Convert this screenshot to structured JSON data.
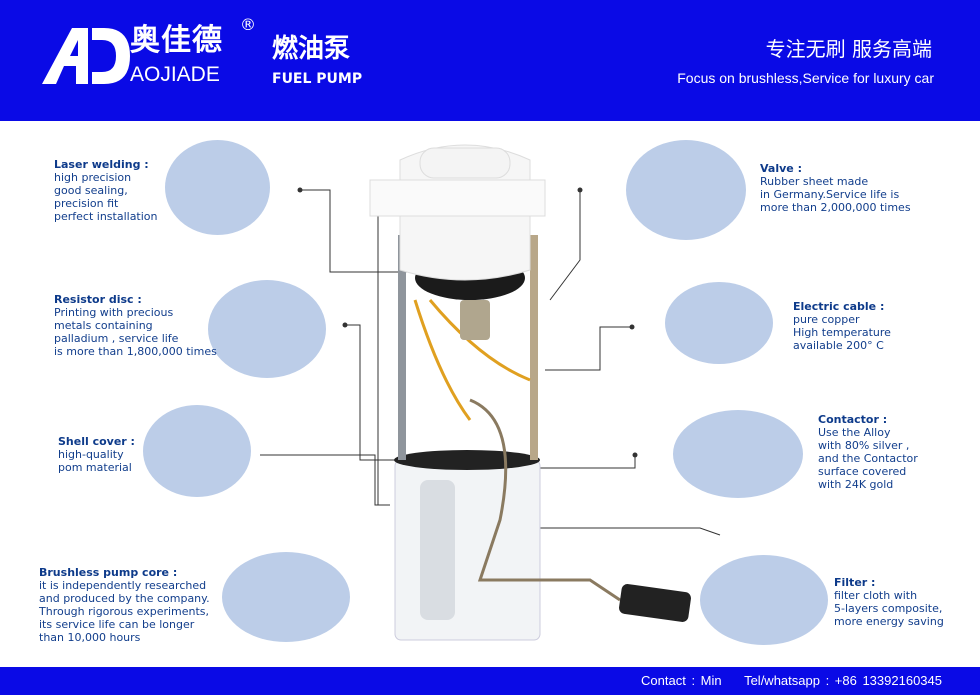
{
  "header": {
    "brand_cn": "奥佳德",
    "brand_en": "AOJIADE",
    "registered": "®",
    "product_cn": "燃油泵",
    "product_en": "FUEL PUMP",
    "slogan_cn": "专注无刷 服务高端",
    "slogan_en": "Focus on brushless,Service for luxury car"
  },
  "features": [
    {
      "title": "Laser welding :",
      "lines": [
        "high precision",
        "good sealing,",
        "precision fit",
        "perfect installation"
      ]
    },
    {
      "title": "Resistor disc :",
      "lines": [
        "Printing with precious",
        "metals containing",
        "palladium , service life",
        "is more than 1,800,000 times"
      ]
    },
    {
      "title": "Shell cover :",
      "lines": [
        "high-quality",
        "pom material"
      ]
    },
    {
      "title": "Brushless pump core :",
      "lines": [
        "it is independently researched",
        "and produced by the company.",
        "Through rigorous experiments,",
        "its service life can be longer",
        "than 10,000 hours"
      ]
    },
    {
      "title": "Valve :",
      "lines": [
        "Rubber sheet made",
        "in Germany.Service life is",
        "more than 2,000,000 times"
      ]
    },
    {
      "title": "Electric cable :",
      "lines": [
        "pure copper",
        "High temperature",
        "available 200° C"
      ]
    },
    {
      "title": "Contactor :",
      "lines": [
        "Use the Alloy",
        "with 80% silver ,",
        "and the Contactor",
        "surface covered",
        "with 24K gold"
      ]
    },
    {
      "title": "Filter :",
      "lines": [
        "filter cloth with",
        "5-layers composite,",
        "more energy saving"
      ]
    }
  ],
  "footer": {
    "contact": "Contact : Min",
    "tel": "Tel/whatsapp : +86 13392160345"
  }
}
